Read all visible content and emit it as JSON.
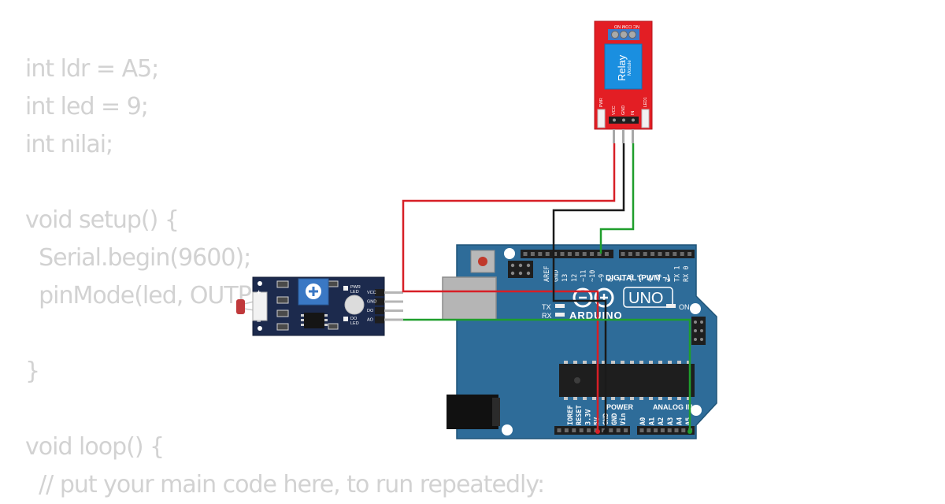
{
  "code": {
    "lines": [
      "int ldr = A5;",
      "int led = 9;",
      "int nilai;",
      "",
      "void setup() {",
      "  Serial.begin(9600);",
      "  pinMode(led, OUTPUT);",
      "",
      "}",
      "",
      "void loop() {",
      "  // put your main code here, to run repeatedly:"
    ]
  },
  "relay": {
    "title": "Relay",
    "subtitle": "Module",
    "terminals_label": "NC COM NO",
    "pins": [
      "VCC",
      "GND",
      "IN"
    ],
    "pwr_label": "PWR",
    "led_label": "LED1"
  },
  "sensor": {
    "pins": [
      "VCC",
      "GND",
      "DO",
      "AO"
    ],
    "pwr_led_label": "PWR\nLED",
    "do_led_label": "DO\nLED",
    "plus_label": "+",
    "minus_label": "−"
  },
  "arduino": {
    "brand": "ARDUINO",
    "model": "UNO",
    "on_label": "ON",
    "tx_label": "TX",
    "rx_label": "RX",
    "digital_label": "DIGITAL (PWM ~)",
    "power_label": "POWER",
    "analog_label": "ANALOG IN",
    "digital_pins_left": [
      "AREF",
      "GND",
      "13",
      "12",
      "~11",
      "~10",
      "~9",
      "8"
    ],
    "digital_pins_right": [
      "7",
      "~6",
      "~5",
      "4",
      "~3",
      "2",
      "TX 1",
      "RX 0"
    ],
    "power_pins": [
      "IOREF",
      "RESET",
      "3.3V",
      "5V",
      "GND",
      "GND",
      "Vin"
    ],
    "analog_pins": [
      "A0",
      "A1",
      "A2",
      "A3",
      "A4",
      "A5"
    ]
  },
  "wire_colors": {
    "red": "#d71f26",
    "black": "#1a1a1a",
    "green": "#1f9e2c"
  }
}
